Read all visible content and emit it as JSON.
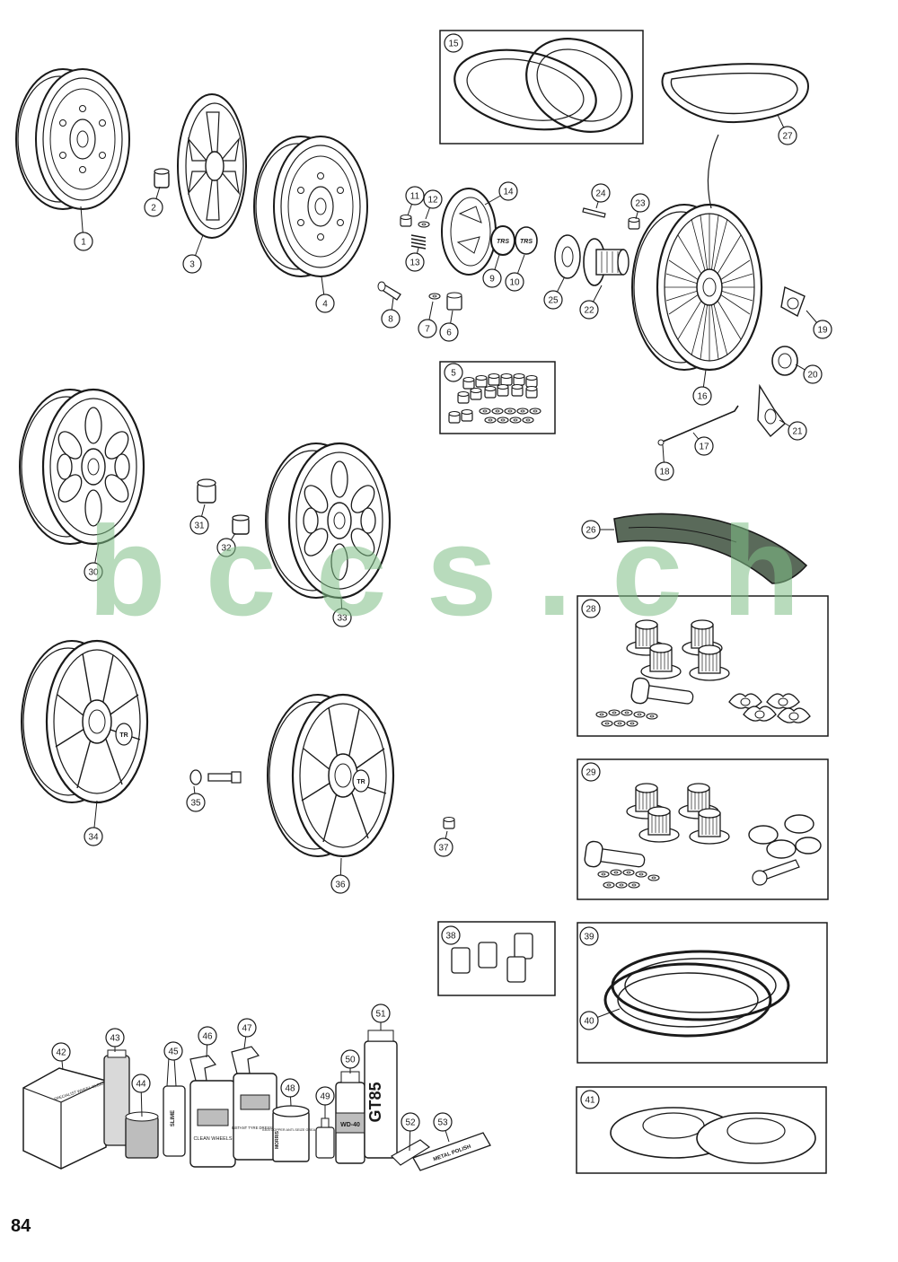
{
  "page": {
    "number": "84",
    "watermark": "bccs.ch",
    "line_color": "#1a1a1a",
    "watermark_color": "#7fbf86"
  },
  "callouts": [
    "1",
    "2",
    "3",
    "4",
    "5",
    "6",
    "7",
    "8",
    "9",
    "10",
    "11",
    "12",
    "13",
    "14",
    "15",
    "16",
    "17",
    "18",
    "19",
    "20",
    "21",
    "22",
    "23",
    "24",
    "25",
    "26",
    "27",
    "28",
    "29",
    "30",
    "31",
    "32",
    "33",
    "34",
    "35",
    "36",
    "37",
    "38",
    "39",
    "40",
    "41",
    "42",
    "43",
    "44",
    "45",
    "46",
    "47",
    "48",
    "49",
    "50",
    "51",
    "52",
    "53"
  ],
  "labels": {
    "trs_badge": "TRS",
    "tr_wheel_badge": "TR",
    "wheel_cleaner": "SPECIALIST WHEEL CLEANER",
    "slime": "SLIME",
    "clean_wheels": "CLEAN WHEELS",
    "tyre_dressing": "INSTANT TYRE DRESSING",
    "copper_grease": "X303 COPPER ANTI-SEIZE GREASE",
    "morris": "MORRIS",
    "wd40": "WD-40",
    "gt85": "GT85",
    "metal_polish": "METAL POLISH"
  }
}
